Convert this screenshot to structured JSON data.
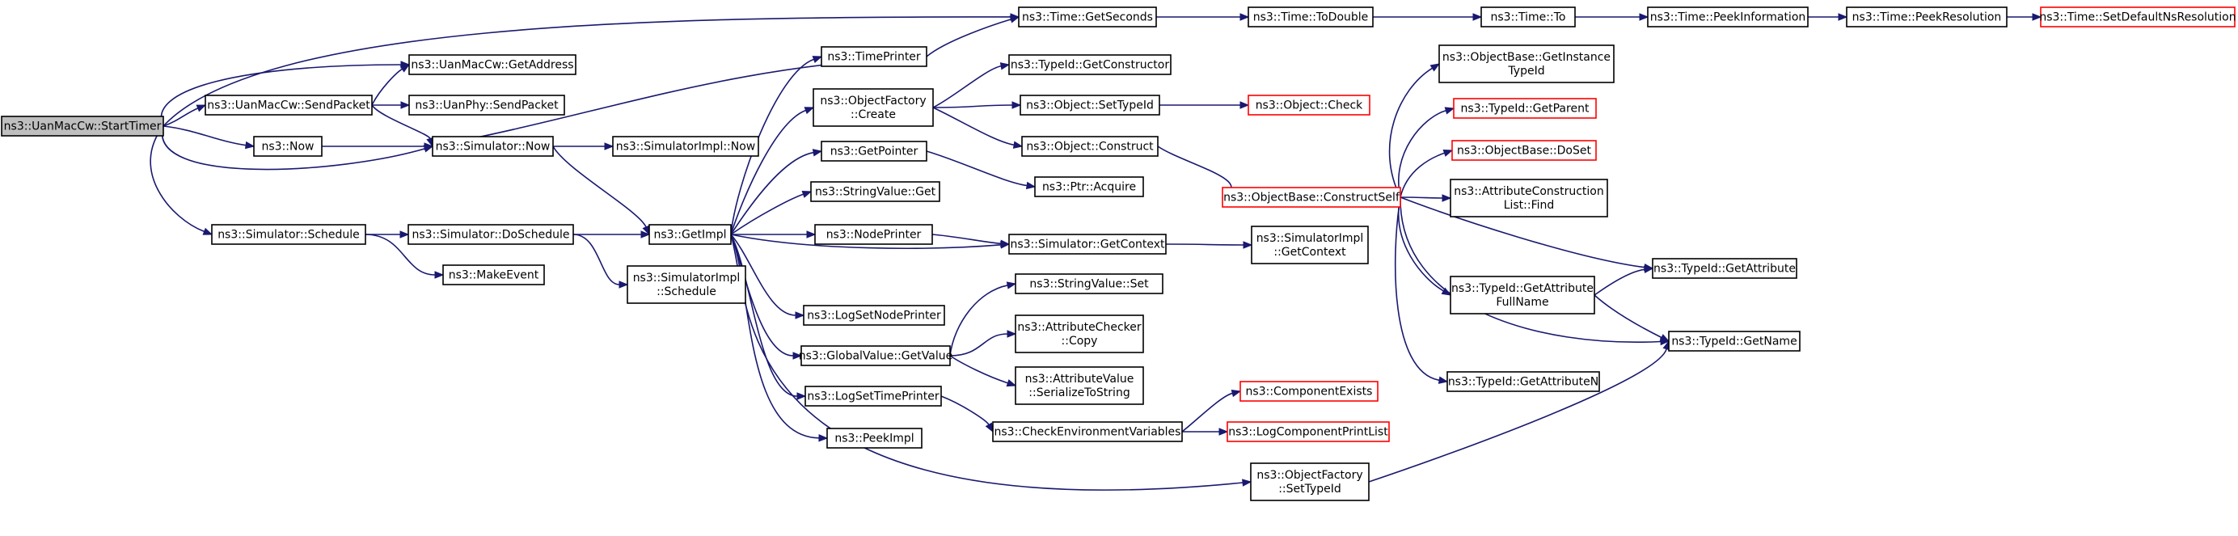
{
  "colors": {
    "edge": "#191970",
    "node_border": "#000000",
    "node_border_truncated": "#ff0000",
    "node_fill": "#ffffff",
    "root_fill": "#bfbfbf",
    "text": "#000000"
  },
  "nodes": [
    {
      "id": "start_timer",
      "lines": [
        "ns3::UanMacCw::StartTimer"
      ],
      "root": true
    },
    {
      "id": "get_seconds",
      "lines": [
        "ns3::Time::GetSeconds"
      ]
    },
    {
      "id": "to_double",
      "lines": [
        "ns3::Time::ToDouble"
      ]
    },
    {
      "id": "time_to",
      "lines": [
        "ns3::Time::To"
      ]
    },
    {
      "id": "peek_information",
      "lines": [
        "ns3::Time::PeekInformation"
      ]
    },
    {
      "id": "peek_resolution",
      "lines": [
        "ns3::Time::PeekResolution"
      ]
    },
    {
      "id": "set_default_ns_resolution",
      "lines": [
        "ns3::Time::SetDefaultNsResolution"
      ],
      "truncated": true
    },
    {
      "id": "get_address",
      "lines": [
        "ns3::UanMacCw::GetAddress"
      ]
    },
    {
      "id": "send_packet_mac",
      "lines": [
        "ns3::UanMacCw::SendPacket"
      ]
    },
    {
      "id": "send_packet_phy",
      "lines": [
        "ns3::UanPhy::SendPacket"
      ]
    },
    {
      "id": "ns3_now",
      "lines": [
        "ns3::Now"
      ]
    },
    {
      "id": "simulator_now",
      "lines": [
        "ns3::Simulator::Now"
      ]
    },
    {
      "id": "simulator_impl_now",
      "lines": [
        "ns3::SimulatorImpl::Now"
      ]
    },
    {
      "id": "simulator_schedule",
      "lines": [
        "ns3::Simulator::Schedule"
      ]
    },
    {
      "id": "simulator_do_schedule",
      "lines": [
        "ns3::Simulator::DoSchedule"
      ]
    },
    {
      "id": "make_event",
      "lines": [
        "ns3::MakeEvent"
      ]
    },
    {
      "id": "simulator_impl_schedule",
      "lines": [
        "ns3::SimulatorImpl",
        "::Schedule"
      ]
    },
    {
      "id": "get_impl",
      "lines": [
        "ns3::GetImpl"
      ]
    },
    {
      "id": "time_printer",
      "lines": [
        "ns3::TimePrinter"
      ]
    },
    {
      "id": "object_factory_create",
      "lines": [
        "ns3::ObjectFactory",
        "::Create"
      ]
    },
    {
      "id": "get_pointer",
      "lines": [
        "ns3::GetPointer"
      ]
    },
    {
      "id": "string_value_get",
      "lines": [
        "ns3::StringValue::Get"
      ]
    },
    {
      "id": "node_printer",
      "lines": [
        "ns3::NodePrinter"
      ]
    },
    {
      "id": "log_set_node_printer",
      "lines": [
        "ns3::LogSetNodePrinter"
      ]
    },
    {
      "id": "global_value_get_value",
      "lines": [
        "ns3::GlobalValue::GetValue"
      ]
    },
    {
      "id": "log_set_time_printer",
      "lines": [
        "ns3::LogSetTimePrinter"
      ]
    },
    {
      "id": "peek_impl",
      "lines": [
        "ns3::PeekImpl"
      ]
    },
    {
      "id": "typeid_get_constructor",
      "lines": [
        "ns3::TypeId::GetConstructor"
      ]
    },
    {
      "id": "object_set_type_id",
      "lines": [
        "ns3::Object::SetTypeId"
      ]
    },
    {
      "id": "object_construct",
      "lines": [
        "ns3::Object::Construct"
      ]
    },
    {
      "id": "ptr_acquire",
      "lines": [
        "ns3::Ptr::Acquire"
      ]
    },
    {
      "id": "simulator_get_context",
      "lines": [
        "ns3::Simulator::GetContext"
      ]
    },
    {
      "id": "string_value_set",
      "lines": [
        "ns3::StringValue::Set"
      ]
    },
    {
      "id": "attribute_checker_copy",
      "lines": [
        "ns3::AttributeChecker",
        "::Copy"
      ]
    },
    {
      "id": "attribute_value_serialize",
      "lines": [
        "ns3::AttributeValue",
        "::SerializeToString"
      ]
    },
    {
      "id": "check_env_vars",
      "lines": [
        "ns3::CheckEnvironmentVariables"
      ]
    },
    {
      "id": "object_factory_set_type_id",
      "lines": [
        "ns3::ObjectFactory",
        "::SetTypeId"
      ]
    },
    {
      "id": "object_check",
      "lines": [
        "ns3::Object::Check"
      ],
      "truncated": true
    },
    {
      "id": "object_base_construct_self",
      "lines": [
        "ns3::ObjectBase::ConstructSelf"
      ],
      "truncated": true
    },
    {
      "id": "simulator_impl_get_context",
      "lines": [
        "ns3::SimulatorImpl",
        "::GetContext"
      ]
    },
    {
      "id": "component_exists",
      "lines": [
        "ns3::ComponentExists"
      ],
      "truncated": true
    },
    {
      "id": "log_component_print_list",
      "lines": [
        "ns3::LogComponentPrintList"
      ],
      "truncated": true
    },
    {
      "id": "object_base_get_instance_type_id",
      "lines": [
        "ns3::ObjectBase::GetInstance",
        "TypeId"
      ]
    },
    {
      "id": "typeid_get_parent",
      "lines": [
        "ns3::TypeId::GetParent"
      ],
      "truncated": true
    },
    {
      "id": "object_base_do_set",
      "lines": [
        "ns3::ObjectBase::DoSet"
      ],
      "truncated": true
    },
    {
      "id": "attribute_construction_list_find",
      "lines": [
        "ns3::AttributeConstruction",
        "List::Find"
      ]
    },
    {
      "id": "typeid_get_attribute_full_name",
      "lines": [
        "ns3::TypeId::GetAttribute",
        "FullName"
      ]
    },
    {
      "id": "typeid_get_attribute_n",
      "lines": [
        "ns3::TypeId::GetAttributeN"
      ]
    },
    {
      "id": "typeid_get_attribute",
      "lines": [
        "ns3::TypeId::GetAttribute"
      ]
    },
    {
      "id": "typeid_get_name",
      "lines": [
        "ns3::TypeId::GetName"
      ]
    }
  ],
  "edges": [
    [
      "start_timer",
      "get_seconds"
    ],
    [
      "start_timer",
      "get_address"
    ],
    [
      "start_timer",
      "send_packet_mac"
    ],
    [
      "start_timer",
      "ns3_now"
    ],
    [
      "start_timer",
      "simulator_now"
    ],
    [
      "start_timer",
      "simulator_schedule"
    ],
    [
      "get_seconds",
      "to_double"
    ],
    [
      "to_double",
      "time_to"
    ],
    [
      "time_to",
      "peek_information"
    ],
    [
      "peek_information",
      "peek_resolution"
    ],
    [
      "peek_resolution",
      "set_default_ns_resolution"
    ],
    [
      "send_packet_mac",
      "get_address"
    ],
    [
      "send_packet_mac",
      "send_packet_phy"
    ],
    [
      "send_packet_mac",
      "simulator_now"
    ],
    [
      "ns3_now",
      "simulator_now"
    ],
    [
      "simulator_now",
      "simulator_impl_now"
    ],
    [
      "simulator_now",
      "get_impl"
    ],
    [
      "simulator_schedule",
      "simulator_do_schedule"
    ],
    [
      "simulator_schedule",
      "make_event"
    ],
    [
      "simulator_do_schedule",
      "get_impl"
    ],
    [
      "simulator_do_schedule",
      "simulator_impl_schedule"
    ],
    [
      "time_printer",
      "get_seconds"
    ],
    [
      "time_printer",
      "simulator_now"
    ],
    [
      "get_impl",
      "time_printer"
    ],
    [
      "get_impl",
      "object_factory_create"
    ],
    [
      "get_impl",
      "get_pointer"
    ],
    [
      "get_impl",
      "string_value_get"
    ],
    [
      "get_impl",
      "node_printer"
    ],
    [
      "get_impl",
      "simulator_get_context"
    ],
    [
      "get_impl",
      "log_set_node_printer"
    ],
    [
      "get_impl",
      "global_value_get_value"
    ],
    [
      "get_impl",
      "log_set_time_printer"
    ],
    [
      "get_impl",
      "peek_impl"
    ],
    [
      "get_impl",
      "object_factory_set_type_id"
    ],
    [
      "object_factory_create",
      "typeid_get_constructor"
    ],
    [
      "object_factory_create",
      "object_set_type_id"
    ],
    [
      "object_factory_create",
      "object_construct"
    ],
    [
      "get_pointer",
      "ptr_acquire"
    ],
    [
      "node_printer",
      "simulator_get_context"
    ],
    [
      "simulator_get_context",
      "simulator_impl_get_context"
    ],
    [
      "global_value_get_value",
      "string_value_set"
    ],
    [
      "global_value_get_value",
      "attribute_checker_copy"
    ],
    [
      "global_value_get_value",
      "attribute_value_serialize"
    ],
    [
      "log_set_time_printer",
      "check_env_vars"
    ],
    [
      "check_env_vars",
      "component_exists"
    ],
    [
      "check_env_vars",
      "log_component_print_list"
    ],
    [
      "object_set_type_id",
      "object_check"
    ],
    [
      "object_construct",
      "object_base_construct_self"
    ],
    [
      "object_factory_set_type_id",
      "typeid_get_name"
    ],
    [
      "object_base_construct_self",
      "object_base_get_instance_type_id"
    ],
    [
      "object_base_construct_self",
      "typeid_get_parent"
    ],
    [
      "object_base_construct_self",
      "object_base_do_set"
    ],
    [
      "object_base_construct_self",
      "attribute_construction_list_find"
    ],
    [
      "object_base_construct_self",
      "typeid_get_attribute"
    ],
    [
      "object_base_construct_self",
      "typeid_get_attribute_full_name"
    ],
    [
      "object_base_construct_self",
      "typeid_get_name"
    ],
    [
      "object_base_construct_self",
      "typeid_get_attribute_n"
    ],
    [
      "typeid_get_attribute_full_name",
      "typeid_get_attribute"
    ],
    [
      "typeid_get_attribute_full_name",
      "typeid_get_name"
    ]
  ]
}
